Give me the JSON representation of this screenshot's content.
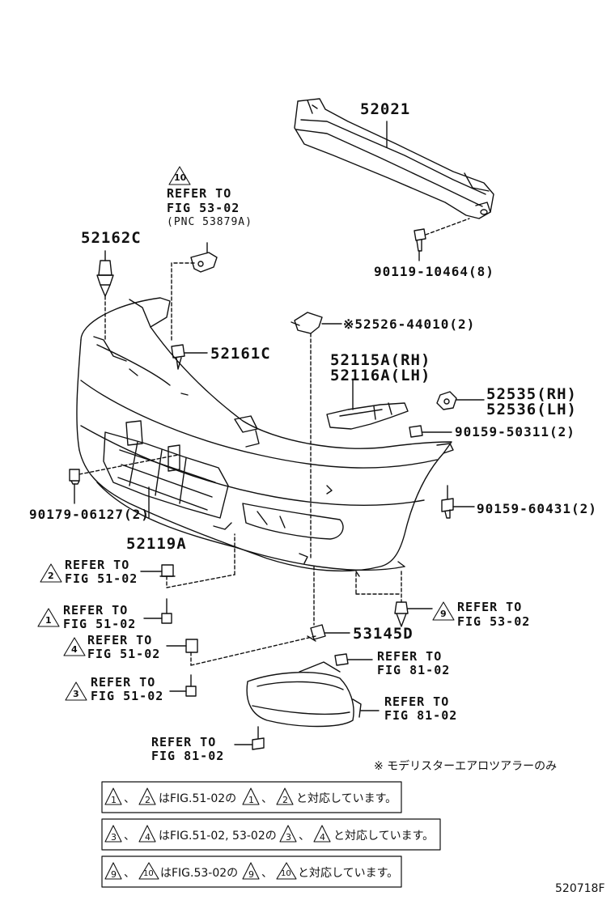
{
  "diagram_id": "520718F",
  "labels": {
    "p52021": "52021",
    "p90119": "90119-10464(8)",
    "p52162c": "52162C",
    "ref10_a": "REFER TO",
    "ref10_b": "FIG 53-02",
    "ref10_c": "(PNC 53879A)",
    "p52526": "※52526-44010(2)",
    "p52161c": "52161C",
    "p52115a": "52115A(RH)",
    "p52116a": "52116A(LH)",
    "p52535": "52535(RH)",
    "p52536": "52536(LH)",
    "p90159_503": "90159-50311(2)",
    "p90159_604": "90159-60431(2)",
    "p90179": "90179-06127(2)",
    "p52119a": "52119A",
    "ref2_a": "REFER TO",
    "ref2_b": "FIG 51-02",
    "ref1_a": "REFER TO",
    "ref1_b": "FIG 51-02",
    "ref4_a": "REFER TO",
    "ref4_b": "FIG 51-02",
    "ref3_a": "REFER TO",
    "ref3_b": "FIG 51-02",
    "ref9_a": "REFER TO",
    "ref9_b": "FIG 53-02",
    "p53145d": "53145D",
    "refclip_a": "REFER TO",
    "refclip_b": "FIG 81-02",
    "reflamp_a": "REFER TO",
    "reflamp_b": "FIG 81-02",
    "refbolt_a": "REFER TO",
    "refbolt_b": "FIG 81-02"
  },
  "triangles": {
    "t10": "10",
    "t2": "2",
    "t1": "1",
    "t4": "4",
    "t3": "3",
    "t9": "9",
    "n1a": "1",
    "n2a": "2",
    "n1b": "1",
    "n2b": "2",
    "n3a": "3",
    "n4a": "4",
    "n3b": "3",
    "n4b": "4",
    "n9a": "9",
    "n10a": "10",
    "n9b": "9",
    "n10b": "10"
  },
  "note": "※ モデリスターエアロツアラーのみ",
  "notes": {
    "n1_sep1": "、",
    "n1_mid": "はFIG.51-02の",
    "n1_sep2": "、",
    "n1_end": "と対応しています。",
    "n2_sep1": "、",
    "n2_mid": "はFIG.51-02, 53-02の",
    "n2_sep2": "、",
    "n2_end": "と対応しています。",
    "n3_sep1": "、",
    "n3_mid": "はFIG.53-02の",
    "n3_sep2": "、",
    "n3_end": "と対応しています。"
  }
}
